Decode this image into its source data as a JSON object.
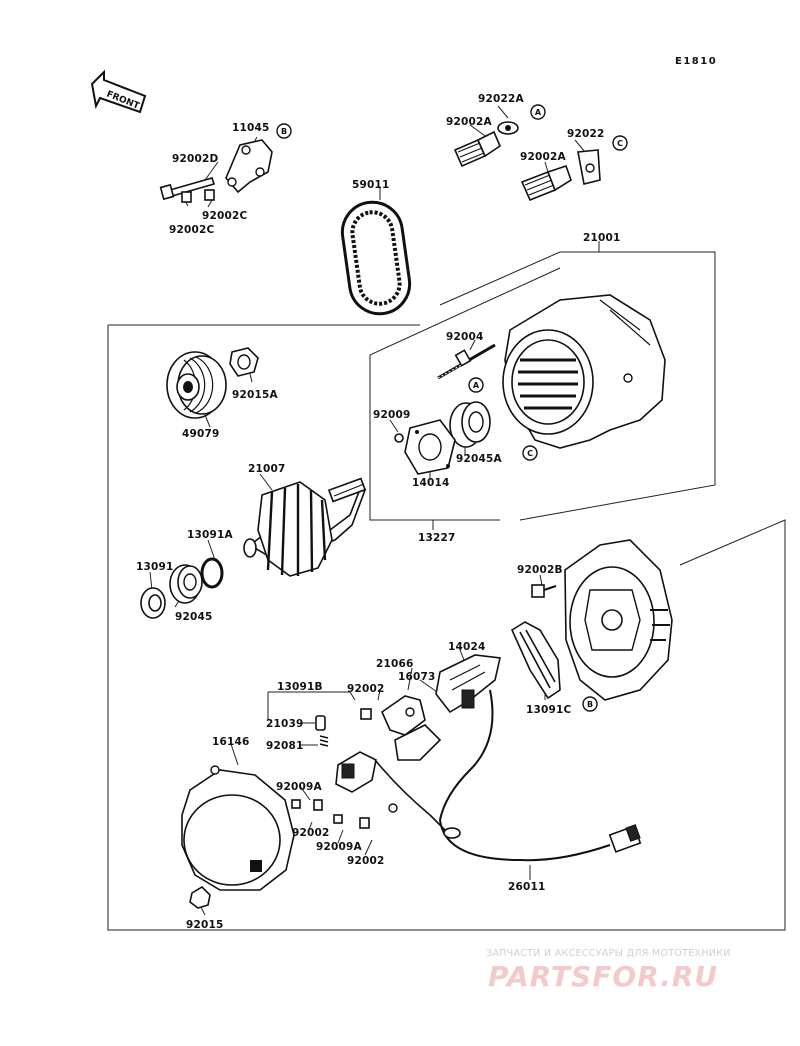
{
  "ref_code": "E1810",
  "front_label": "FRONT",
  "callouts": {
    "a": "A",
    "b": "B",
    "c": "C"
  },
  "parts": {
    "p92022A": "92022A",
    "p92002A_1": "92002A",
    "p92022": "92022",
    "p92002A_2": "92002A",
    "p11045": "11045",
    "p92002D": "92002D",
    "p92002C_1": "92002C",
    "p92002C_2": "92002C",
    "p59011": "59011",
    "p21001": "21001",
    "p92004": "92004",
    "p92009": "92009",
    "p92045A": "92045A",
    "p14014": "14014",
    "p13227": "13227",
    "p92015A": "92015A",
    "p49079": "49079",
    "p21007": "21007",
    "p13091A": "13091A",
    "p13091": "13091",
    "p92045": "92045",
    "p92002B": "92002B",
    "p14024": "14024",
    "p21066": "21066",
    "p16073": "16073",
    "p92002_1": "92002",
    "p13091B": "13091B",
    "p21039": "21039",
    "p92081": "92081",
    "p13091C": "13091C",
    "p16146": "16146",
    "p92009A_1": "92009A",
    "p92002_2": "92002",
    "p92009A_2": "92009A",
    "p92002_3": "92002",
    "p26011": "26011",
    "p92015": "92015"
  },
  "watermark": {
    "subtitle": "ЗАПЧАСТИ И АКСЕССУАРЫ ДЛЯ МОТОТЕХНИКИ",
    "brand": "PARTSFOR.RU",
    "color": "#f3c9c9"
  }
}
